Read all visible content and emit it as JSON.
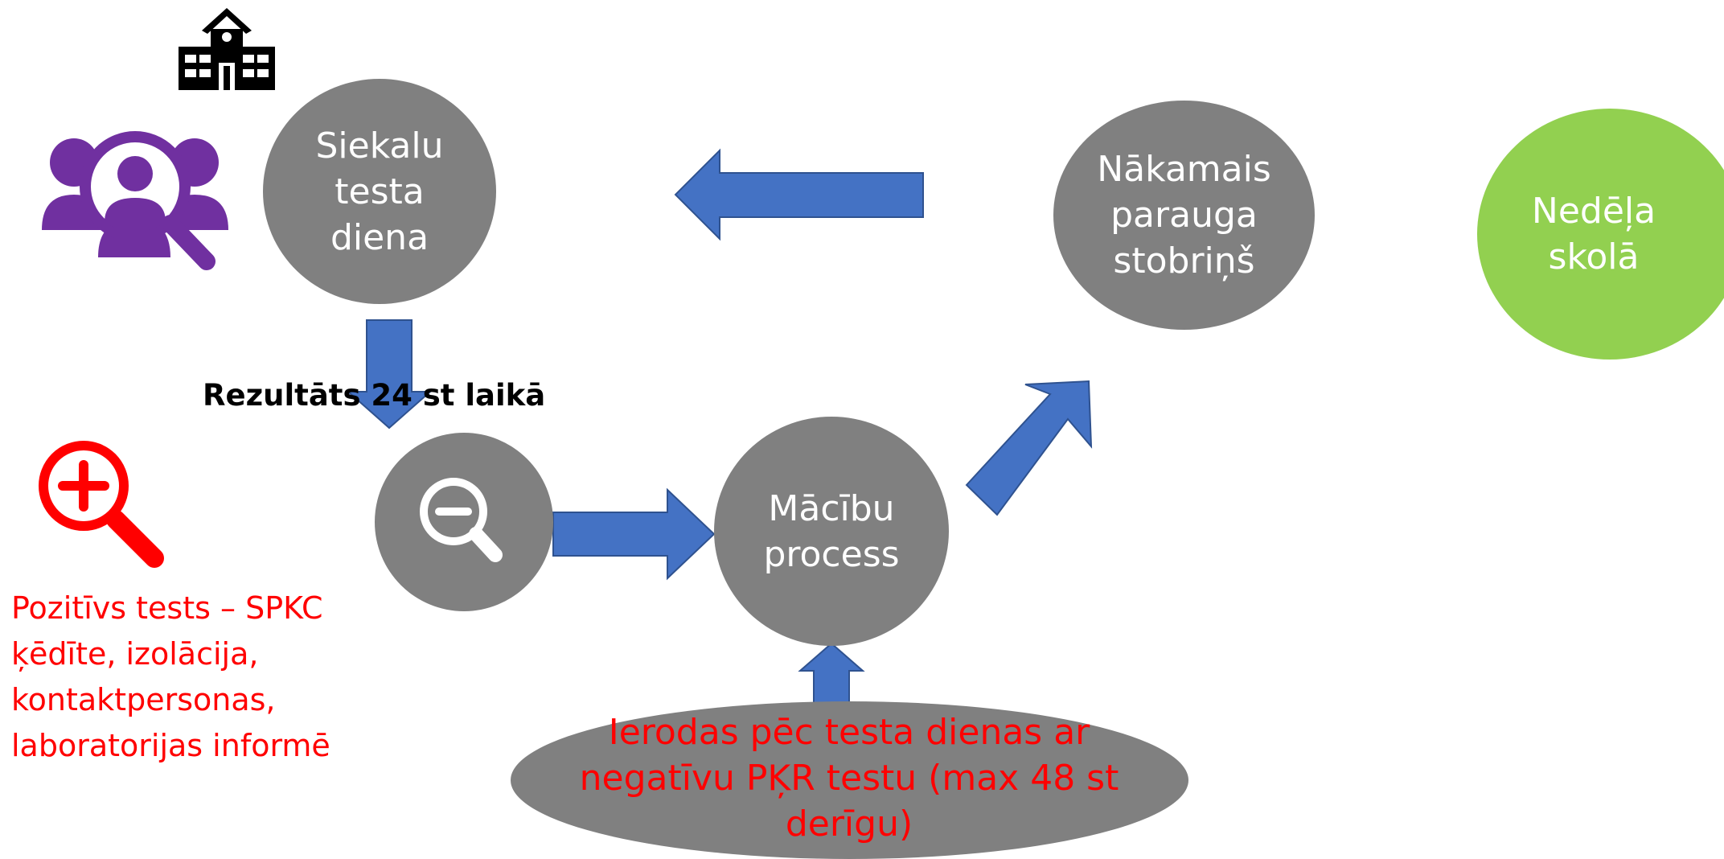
{
  "nodes": {
    "saliva_test_day": "Siekalu\ntesta\ndiena",
    "next_sample_tube": "Nākamais\nparauga\nstobriņš",
    "week_at_school": "Nedēļa\nskolā",
    "learning_process": "Mācību\nprocess",
    "arrives_after_test": "Ierodas pēc testa dienas ar\nnegatīvu PĶR testu (max 48 st\nderīgu)"
  },
  "labels": {
    "result_time": "Rezultāts 24 st laikā",
    "positive_test": "Pozitīvs tests – SPKC\nķēdīte, izolācija,\nkontaktpersonas,\nlaboratorijas informē"
  },
  "icons": {
    "school": "school-building-icon",
    "people_search": "people-search-icon",
    "positive": "magnifier-plus-icon",
    "negative": "magnifier-minus-icon"
  },
  "colors": {
    "node_gray": "#808080",
    "node_green": "#92d050",
    "arrow_blue": "#4472c4",
    "arrow_border": "#2f528f",
    "alert_red": "#ff0000",
    "people_purple": "#7030a0"
  }
}
